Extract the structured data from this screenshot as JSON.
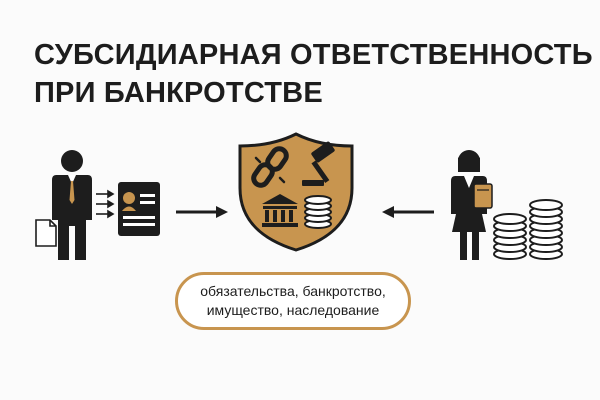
{
  "title": {
    "line1": "СУБСИДИАРНАЯ ОТВЕТСТВЕННОСТЬ",
    "line2": "ПРИ БАНКРОТСТВЕ"
  },
  "left_group": {
    "icons": [
      "businessman-icon",
      "document-icon",
      "small-arrows-icon",
      "profile-card-icon"
    ]
  },
  "center_group": {
    "icons": [
      "shield-icon",
      "broken-chain-icon",
      "gavel-icon",
      "bank-icon",
      "coin-stack-icon"
    ],
    "colors": {
      "shield": "#c8954f",
      "shield_outline": "#1d1d1d"
    }
  },
  "right_group": {
    "icons": [
      "businesswoman-icon",
      "folder-icon",
      "coin-stack-icon"
    ]
  },
  "arrows": {
    "left_arrow_direction": "right",
    "right_arrow_direction": "left"
  },
  "caption": {
    "line1": "обязательства, банкротство,",
    "line2": "имущество, наследование"
  },
  "colors": {
    "background": "#fbfbfb",
    "text": "#1d1d1d",
    "accent": "#c8954f"
  }
}
